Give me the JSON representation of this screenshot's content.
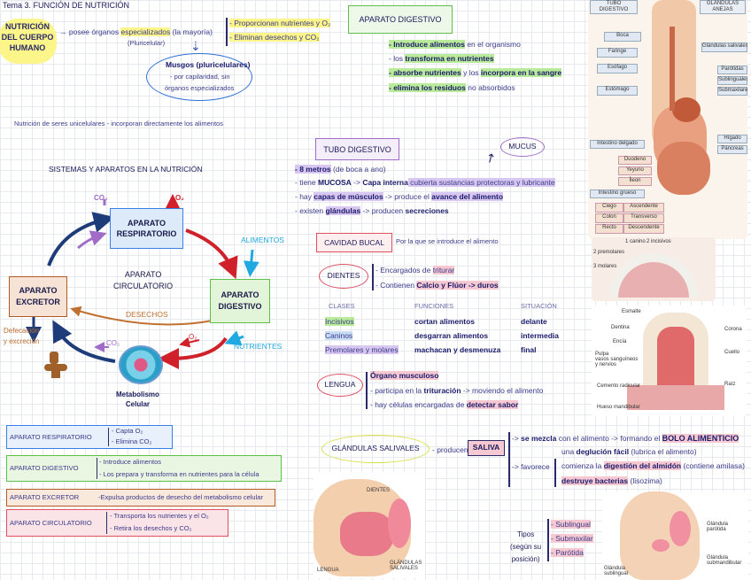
{
  "header": {
    "topic": "Tema 3. FUNCIÓN DE NUTRICIÓN"
  },
  "nutrition": {
    "title": "NUTRICIÓN\nDEL CUERPO\nHUMANO",
    "organs_text": "→ posee órganos",
    "specialized": "especializados",
    "majority": "(la mayoría)",
    "pluricellular": "(Pluricelular)",
    "point1": "- Proporcionan nutrientes y O₂",
    "point2": "- Eliminan desechos y CO₂",
    "mosses_title": "Musgos (pluricelulares)",
    "mosses_l1": "- por capilaridad, sin",
    "mosses_l2": "órganos especializados",
    "unicellular": "Nutrición de seres unicelulares - incorporan directamente los alimentos"
  },
  "diagram": {
    "title": "SISTEMAS Y APARATOS EN LA NUTRICIÓN",
    "respiratory": "APARATO\nRESPIRATORIO",
    "circulatory": "APARATO\nCIRCULATORIO",
    "digestive": "APARATO\nDIGESTIVO",
    "excretory": "APARATO\nEXCRETOR",
    "co2_top": "CO₂",
    "o2_top": "O₂",
    "foods": "ALIMENTOS",
    "waste": "DESECHOS",
    "nutrients": "NUTRIENTES",
    "o2_bottom": "O₂",
    "co2_bottom": "CO₂",
    "defecation": "Defecación\ny excreción",
    "cell": "Metabolismo\nCelular"
  },
  "summary": {
    "respiratory_label": "APARATO RESPIRATORIO",
    "respiratory_l1": "- Capta O₂",
    "respiratory_l2": "- Elimina CO₂",
    "digestive_label": "APARATO DIGESTIVO",
    "digestive_l1": "- Introduce alimentos",
    "digestive_l2": "- Los prepara y transforma en nutrientes para la célula",
    "excretory_label": "APARATO EXCRETOR",
    "excretory_l1": "-Expulsa productos de desecho del metabolismo celular",
    "circulatory_label": "APARATO CIRCULATORIO",
    "circulatory_l1": "- Transporta los nutrientes y el O₂",
    "circulatory_l2": "- Retira los desechos y CO₂"
  },
  "digestive_system": {
    "title": "APARATO DIGESTIVO",
    "p1a": "- Introduce alimentos",
    "p1b": " en el organismo",
    "p2a": "- los ",
    "p2b": "transforma en nutrientes",
    "p3a": "- absorbe nutrientes",
    "p3b": " y los ",
    "p3c": "incorpora en la sangre",
    "p4a": "- elimina los residuos",
    "p4b": " no absorbidos"
  },
  "anatomy": {
    "head_col": "TUBO\nDIGESTIVO",
    "head_col2": "GLÁNDULAS\nANEJAS",
    "left": [
      "Boca",
      "Faringe",
      "Esófago",
      "Estómago"
    ],
    "right": [
      "Glándulas salivales",
      "Parótidas",
      "Sublinguales",
      "Submaxilares"
    ],
    "right2": [
      "Hígado",
      "Páncreas"
    ],
    "intestine_thin": "Intestino delgado",
    "thin_parts": [
      "Duodeno",
      "Yeyuno",
      "Íleon"
    ],
    "intestine_thick": "Intestino grueso",
    "thick_parts": [
      [
        "Ciego",
        "Ascendente"
      ],
      [
        "Colon",
        "Transverso"
      ],
      [
        "Recto",
        "Descendente"
      ]
    ]
  },
  "tube": {
    "title": "TUBO DIGESTIVO",
    "mucus": "MUCUS",
    "l1a": "- 8 metros",
    "l1b": " (de boca a ano)",
    "l2a": "- tiene ",
    "l2b": "MUCOSA",
    "l2c": " -> ",
    "l2d": "Capa interna",
    "l2e": " cubierta sustancias protectoras y lubricante",
    "l3a": "- hay ",
    "l3b": "capas de músculos",
    "l3c": " -> produce el ",
    "l3d": "avance del alimento",
    "l4a": "- existen ",
    "l4b": "glándulas",
    "l4c": " -> producen ",
    "l4d": "secreciones"
  },
  "mouth": {
    "title": "CAVIDAD BUCAL",
    "desc": "Por la que se introduce el alimento",
    "teeth": "DIENTES",
    "t1a": "- Encargados de ",
    "t1b": "triturar",
    "t2a": "- Contienen ",
    "t2b": "Calcio y Flúor -> duros",
    "headers": [
      "CLASES",
      "FUNCIONES",
      "SITUACIÓN"
    ],
    "rows": [
      [
        "Incisivos",
        "cortan alimentos",
        "delante"
      ],
      [
        "Caninos",
        "desgarran alimentos",
        "intermedia"
      ],
      [
        "Premolares y molares",
        "machacan y desmenuza",
        "final"
      ]
    ],
    "tongue": "LENGUA",
    "g1": "Órgano musculoso",
    "g2a": "- participa en la ",
    "g2b": "trituración",
    "g2c": " -> moviendo el alimento",
    "g3a": "- hay células encargadas de ",
    "g3b": "detectar sabor"
  },
  "teeth_img": {
    "labels": [
      "Esmalte",
      "Dentina",
      "Encía",
      "Pulpa\nvasos sanguíneos\ny nervios",
      "Cemento radicular",
      "Hueso mandibular",
      "Corona",
      "Cuello",
      "Raíz"
    ],
    "arch": [
      "1 canino",
      "2 incisivos",
      "2 premolares",
      "3 molares"
    ]
  },
  "glands": {
    "title": "GLÁNDULAS SALIVALES",
    "produce": "- producen",
    "saliva": "SALIVA",
    "a1a": "-> ",
    "a1b": "se mezcla",
    "a1c": " con el alimento -> formando el ",
    "a1d": "BOLO ALIMENTICIO",
    "a2a": "una ",
    "a2b": "deglución fácil",
    "a2c": " (lubrica el alimento)",
    "a3": "-> favorece",
    "a4a": "comienza la ",
    "a4b": "digestión del almidón",
    "a4c": " (contiene amilasa)",
    "a5a": "destruye bacterias",
    "a5b": " (lisozima)",
    "types": "Tipos\n(según su\nposición)",
    "t": [
      "- Sublingual",
      "- Submaxilar",
      "- Parótida"
    ],
    "img1": [
      "DIENTES",
      "LENGUA",
      "GLÁNDULAS\nSALIVALES"
    ],
    "img2": [
      "Glándula\nparótida",
      "Glándula\nsubmandibular",
      "Glándula\nsublingual"
    ]
  }
}
